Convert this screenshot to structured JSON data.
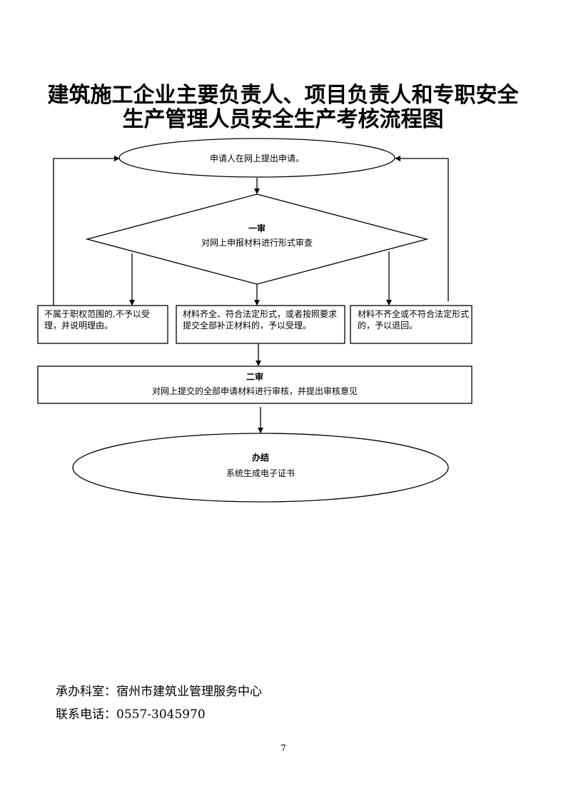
{
  "title": {
    "line1": "建筑施工企业主要负责人、项目负责人和专职安全",
    "line2": "生产管理人员安全生产考核流程图"
  },
  "flow": {
    "start": "申请人在网上提出申请。",
    "review1": {
      "label": "一审",
      "text": "对网上申报材料进行形式审查"
    },
    "outcome_reject": "不属于职权范围的,不予以受理，并说明理由。",
    "outcome_accept": "材料齐全、符合法定形式，或者按照要求提交全部补正材料的，予以受理。",
    "outcome_return": "材料不齐全或不符合法定形式的，予以退回。",
    "review2": {
      "label": "二审",
      "text": "对网上提交的全部申请材料进行审核，并提出审核意见"
    },
    "end": {
      "label": "办结",
      "text": "系统生成电子证书"
    }
  },
  "footer": {
    "office": "承办科室：宿州市建筑业管理服务中心",
    "phone": "联系电话：0557-3045970"
  },
  "page_number": "7"
}
